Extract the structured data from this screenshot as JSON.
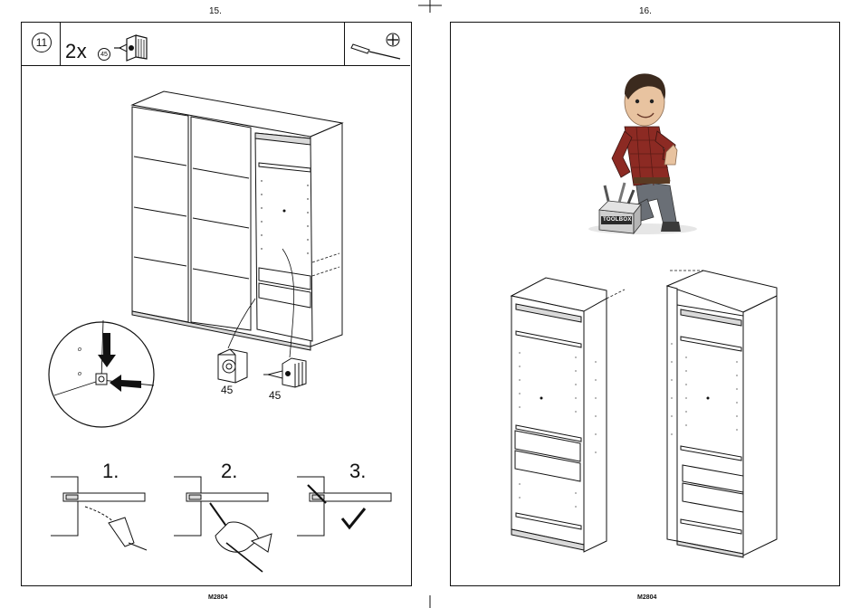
{
  "left_page": {
    "page_number": "15.",
    "footer_code": "M2804",
    "step": {
      "number": "11",
      "quantity": "2x",
      "part_id": "45"
    },
    "tools": {
      "screwdriver_icon": "screwdriver-icon",
      "phillips_icon": "phillips-head-icon"
    },
    "part_labels": [
      "45",
      "45"
    ],
    "sequence_labels": [
      "1.",
      "2.",
      "3."
    ]
  },
  "right_page": {
    "page_number": "16.",
    "footer_code": "M2804",
    "toolbox_label": "TOOLBOX"
  },
  "colors": {
    "line": "#111111",
    "paper": "#ffffff",
    "shade": "#d9d9d9",
    "shirt_red": "#8c2a23",
    "jeans": "#6a6f76",
    "skin": "#e8c3a0",
    "hair": "#3b2a1e"
  }
}
